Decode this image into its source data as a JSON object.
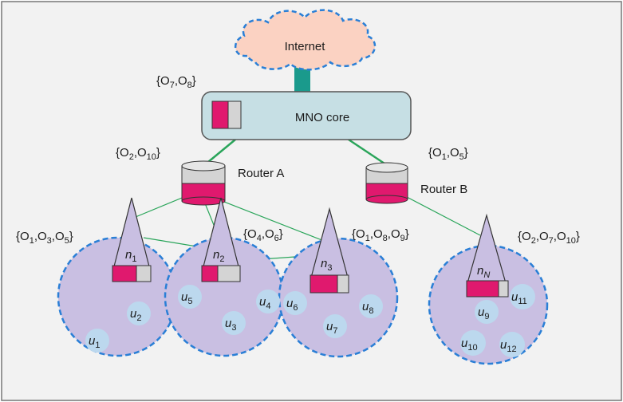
{
  "colors": {
    "panel_fill": "#f2f2f2",
    "panel_stroke": "#777777",
    "cloud_fill": "#fbd2c2",
    "cloud_stroke": "#2a7fd6",
    "core_fill": "#c6dfe4",
    "core_stroke": "#555555",
    "link_teal": "#1a9a8c",
    "link_green": "#2aa55a",
    "cell_fill": "#c9bfe2",
    "cell_stroke": "#2a7fd6",
    "node_fill": "#c9bfe2",
    "cache_magenta": "#e0196e",
    "cache_grey": "#d4d4d4",
    "user_fill": "#bcd8ee"
  },
  "internet": {
    "label": "Internet"
  },
  "core": {
    "label": "MNO core",
    "cache_set": [
      "O",
      "7",
      ",O",
      "8"
    ]
  },
  "routers": {
    "a": {
      "label": "Router A",
      "cache_set": [
        "O",
        "2",
        ",O",
        "10"
      ]
    },
    "b": {
      "label": "Router B",
      "cache_set": [
        "O",
        "1",
        ",O",
        "5"
      ]
    }
  },
  "nodes": {
    "n1": {
      "name": "n",
      "sub": "1",
      "cache_set": [
        "O",
        "1",
        ",O",
        "3",
        ",O",
        "5"
      ]
    },
    "n2": {
      "name": "n",
      "sub": "2",
      "cache_set": [
        "O",
        "4",
        ",O",
        "6"
      ]
    },
    "n3": {
      "name": "n",
      "sub": "3",
      "cache_set": [
        "O",
        "1",
        ",O",
        "8",
        ",O",
        "9"
      ]
    },
    "nN": {
      "name": "n",
      "sub": "N",
      "cache_set": [
        "O",
        "2",
        ",O",
        "7",
        ",O",
        "10"
      ]
    }
  },
  "users": [
    {
      "name": "u",
      "sub": "1"
    },
    {
      "name": "u",
      "sub": "2"
    },
    {
      "name": "u",
      "sub": "3"
    },
    {
      "name": "u",
      "sub": "4"
    },
    {
      "name": "u",
      "sub": "5"
    },
    {
      "name": "u",
      "sub": "6"
    },
    {
      "name": "u",
      "sub": "7"
    },
    {
      "name": "u",
      "sub": "8"
    },
    {
      "name": "u",
      "sub": "9"
    },
    {
      "name": "u",
      "sub": "10"
    },
    {
      "name": "u",
      "sub": "11"
    },
    {
      "name": "u",
      "sub": "12"
    }
  ]
}
